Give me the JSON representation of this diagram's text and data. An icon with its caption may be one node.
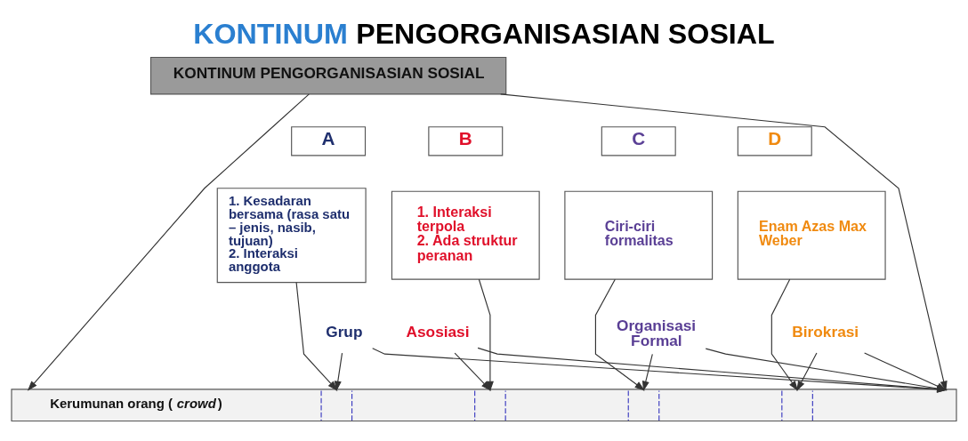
{
  "diagram": {
    "title": "KONTINUM PENGORGANISASIAN SOSIAL",
    "nodes": [
      {
        "text": [
          "KONTINUM PENGORGANISASIAN SOSIAL"
        ]
      },
      {
        "text": [
          "A"
        ]
      },
      {
        "text": [
          "B"
        ]
      },
      {
        "text": [
          "C"
        ]
      },
      {
        "text": [
          "D"
        ]
      },
      {
        "text": [
          "1. Kesadaran bersama (rasa satu – jenis, nasib, tujuan)",
          "2. Interaksi anggota"
        ]
      },
      {
        "text": [
          "1. Interaksi terpola",
          "2. Ada struktur peranan"
        ]
      },
      {
        "text": [
          "Ciri-ciri formalitas"
        ]
      },
      {
        "text": [
          "Enam Azas Max Weber"
        ]
      },
      {
        "text": [
          "Grup"
        ]
      },
      {
        "text": [
          "Asosiasi"
        ]
      },
      {
        "text": [
          "Organisasi Formal"
        ]
      },
      {
        "text": [
          "Birokrasi"
        ]
      },
      {
        "text": [
          "Kerumunan orang (*crowd*)"
        ]
      }
    ],
    "edges": [
      {
        "from": 0,
        "to": 13,
        "arrow": "to"
      },
      {
        "from": 0,
        "to": 13,
        "arrow": "to"
      },
      {
        "from": 5,
        "to": 13,
        "arrow": "to"
      },
      {
        "from": 6,
        "to": 13,
        "arrow": "to"
      },
      {
        "from": 7,
        "to": 13,
        "arrow": "to"
      },
      {
        "from": 8,
        "to": 13,
        "arrow": "to"
      },
      {
        "from": 9,
        "to": 13,
        "arrow": "to"
      },
      {
        "from": 9,
        "to": 13,
        "arrow": "to"
      },
      {
        "from": 10,
        "to": 13,
        "arrow": "to"
      },
      {
        "from": 10,
        "to": 13,
        "arrow": "to"
      },
      {
        "from": 11,
        "to": 13,
        "arrow": "to"
      },
      {
        "from": 11,
        "to": 13,
        "arrow": "to"
      },
      {
        "from": 12,
        "to": 13,
        "arrow": "to"
      },
      {
        "from": 12,
        "to": 13,
        "arrow": "to"
      }
    ]
  }
}
